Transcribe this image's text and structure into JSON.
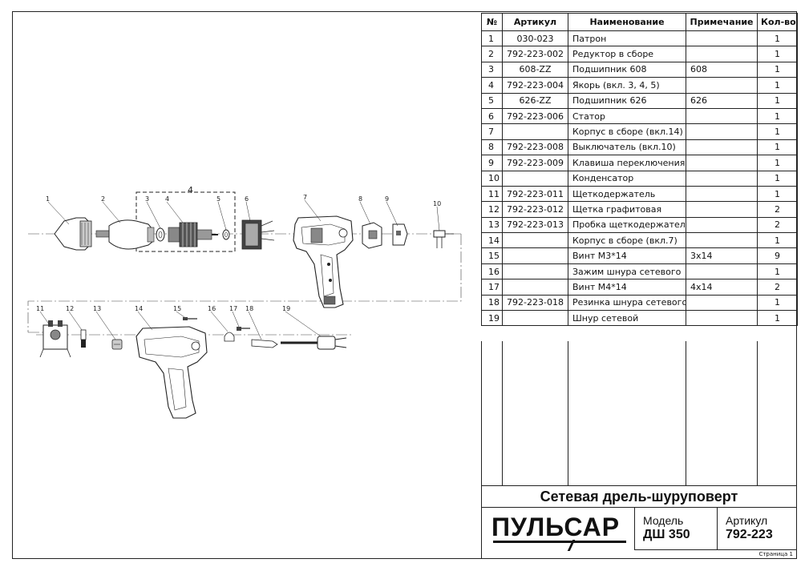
{
  "table": {
    "headers": {
      "num": "№",
      "article": "Артикул",
      "name": "Наименование",
      "note": "Примечание",
      "qty": "Кол-во"
    },
    "rows": [
      {
        "num": "1",
        "article": "030-023",
        "name": "Патрон",
        "note": "",
        "qty": "1"
      },
      {
        "num": "2",
        "article": "792-223-002",
        "name": "Редуктор в сборе",
        "note": "",
        "qty": "1"
      },
      {
        "num": "3",
        "article": "608-ZZ",
        "name": "Подшипник 608",
        "note": "608",
        "qty": "1"
      },
      {
        "num": "4",
        "article": "792-223-004",
        "name": "Якорь (вкл. 3, 4, 5)",
        "note": "",
        "qty": "1"
      },
      {
        "num": "5",
        "article": "626-ZZ",
        "name": "Подшипник 626",
        "note": "626",
        "qty": "1"
      },
      {
        "num": "6",
        "article": "792-223-006",
        "name": "Статор",
        "note": "",
        "qty": "1"
      },
      {
        "num": "7",
        "article": "",
        "name": "Корпус в сборе (вкл.14)",
        "note": "",
        "qty": "1"
      },
      {
        "num": "8",
        "article": "792-223-008",
        "name": "Выключатель (вкл.10)",
        "note": "",
        "qty": "1"
      },
      {
        "num": "9",
        "article": "792-223-009",
        "name": "Клавиша переключения",
        "note": "",
        "qty": "1"
      },
      {
        "num": "10",
        "article": "",
        "name": "Конденсатор",
        "note": "",
        "qty": "1"
      },
      {
        "num": "11",
        "article": "792-223-011",
        "name": "Щеткодержатель",
        "note": "",
        "qty": "1"
      },
      {
        "num": "12",
        "article": "792-223-012",
        "name": "Щетка графитовая",
        "note": "",
        "qty": "2"
      },
      {
        "num": "13",
        "article": "792-223-013",
        "name": "Пробка щеткодержателя",
        "note": "",
        "qty": "2"
      },
      {
        "num": "14",
        "article": "",
        "name": "Корпус в сборе (вкл.7)",
        "note": "",
        "qty": "1"
      },
      {
        "num": "15",
        "article": "",
        "name": "Винт М3*14",
        "note": "3х14",
        "qty": "9"
      },
      {
        "num": "16",
        "article": "",
        "name": "Зажим шнура сетевого",
        "note": "",
        "qty": "1"
      },
      {
        "num": "17",
        "article": "",
        "name": "Винт М4*14",
        "note": "4х14",
        "qty": "2"
      },
      {
        "num": "18",
        "article": "792-223-018",
        "name": "Резинка шнура сетевого",
        "note": "",
        "qty": "1"
      },
      {
        "num": "19",
        "article": "",
        "name": "Шнур сетевой",
        "note": "",
        "qty": "1"
      }
    ]
  },
  "title": "Сетевая дрель-шуруповерт",
  "logo": "ПУЛЬСАР",
  "model": {
    "label": "Модель",
    "value": "ДШ 350"
  },
  "article": {
    "label": "Артикул",
    "value": "792-223"
  },
  "page_label": "Страница 1",
  "diagram": {
    "callouts_top": [
      "1",
      "2",
      "3",
      "4",
      "5",
      "6",
      "7",
      "8",
      "9",
      "10"
    ],
    "group_label": "4",
    "callouts_bottom": [
      "11",
      "12",
      "13",
      "14",
      "15",
      "16",
      "17",
      "18",
      "19"
    ]
  }
}
